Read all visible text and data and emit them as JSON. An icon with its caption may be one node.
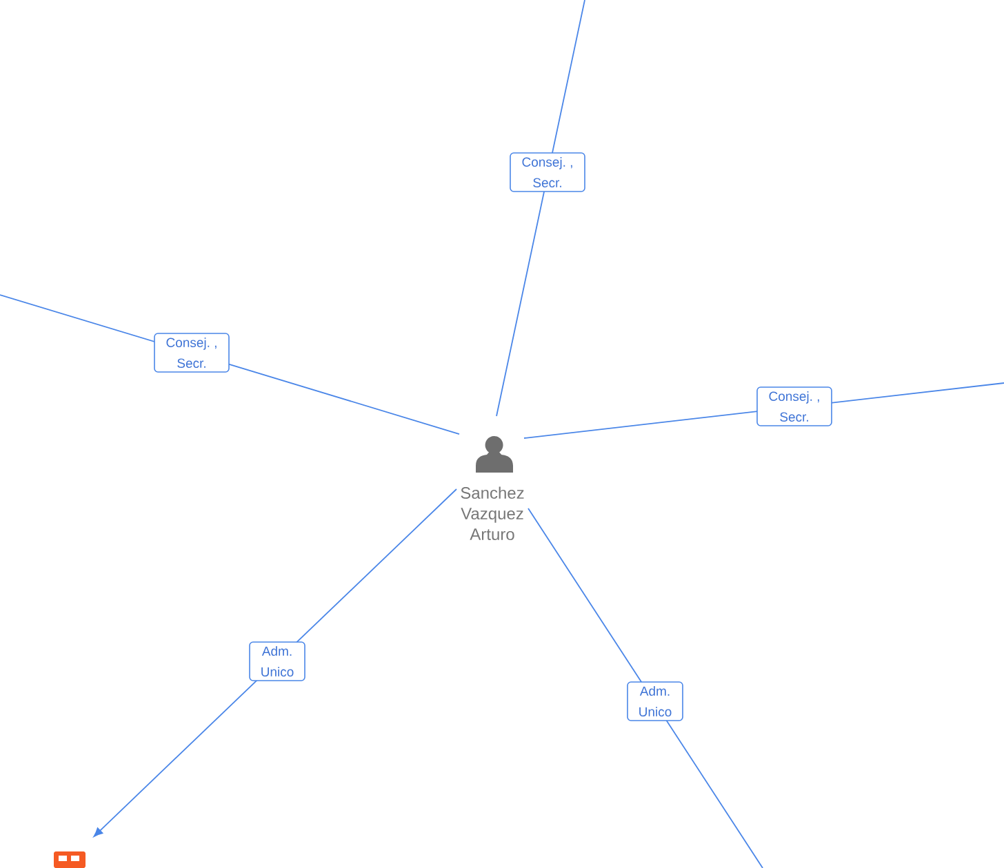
{
  "diagram": {
    "nodes": [
      {
        "text": [
          "Sanchez Vazquez Arturo"
        ]
      },
      {
        "text": [],
        "shape": "picture"
      }
    ],
    "edges": [
      {
        "from": 0,
        "to": null,
        "arrow": "none",
        "label": "Consej. , Secr."
      },
      {
        "from": 0,
        "to": null,
        "arrow": "none",
        "label": "Consej. , Secr."
      },
      {
        "from": 0,
        "to": null,
        "arrow": "none",
        "label": "Consej. , Secr."
      },
      {
        "from": 0,
        "to": 1,
        "arrow": "to",
        "label": "Adm. Unico"
      },
      {
        "from": 0,
        "to": null,
        "arrow": "none",
        "label": "Adm. Unico"
      }
    ]
  }
}
